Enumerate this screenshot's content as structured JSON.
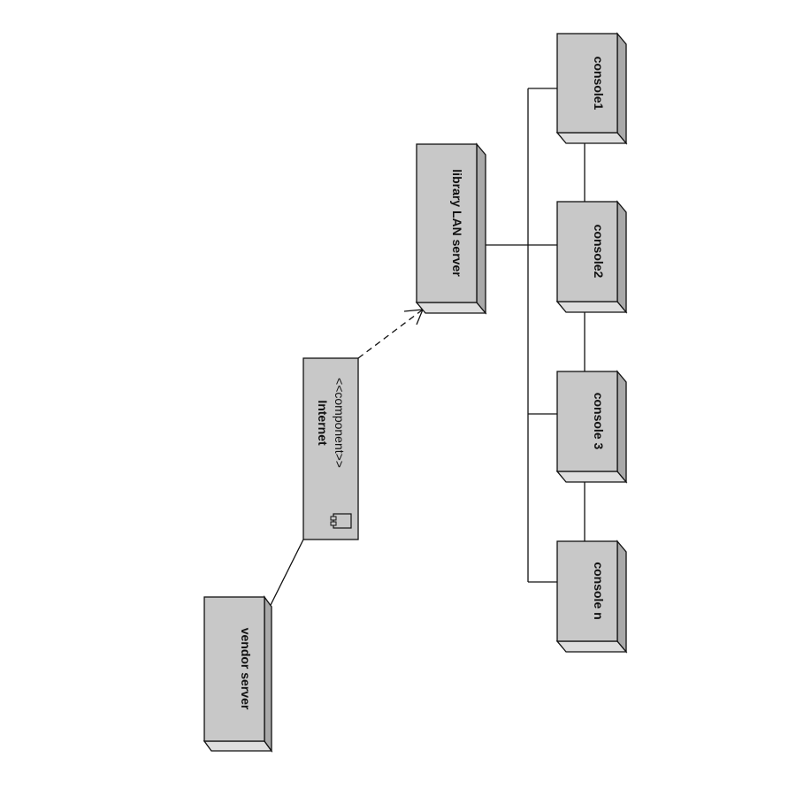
{
  "diagram": {
    "nodes": {
      "vendor_server": {
        "label": "vendor server"
      },
      "internet": {
        "stereotype": "<<component>>",
        "label": "Internet"
      },
      "library_server": {
        "label": "library LAN server"
      },
      "console1": {
        "label": "console1"
      },
      "console2": {
        "label": "console2"
      },
      "console3": {
        "label": "console 3"
      },
      "console_n": {
        "label": "console n"
      }
    },
    "edges": [
      {
        "from": "vendor_server",
        "to": "internet",
        "style": "solid"
      },
      {
        "from": "internet",
        "to": "library_server",
        "style": "dashed",
        "arrow": "open"
      },
      {
        "from": "library_server",
        "to": "consoles_bus",
        "style": "solid"
      },
      {
        "from": "consoles_bus",
        "to": "console1",
        "style": "solid"
      },
      {
        "from": "consoles_bus",
        "to": "console2",
        "style": "solid"
      },
      {
        "from": "consoles_bus",
        "to": "console3",
        "style": "solid"
      },
      {
        "from": "consoles_bus",
        "to": "console_n",
        "style": "solid"
      },
      {
        "from": "console1",
        "to": "console2",
        "style": "solid"
      },
      {
        "from": "console2",
        "to": "console3",
        "style": "solid"
      },
      {
        "from": "console3",
        "to": "console_n",
        "style": "solid"
      }
    ],
    "colors": {
      "node_fill": "#c8c8c8",
      "node_top": "#dedede",
      "node_side": "#a9a9a9",
      "stroke": "#111111"
    }
  }
}
